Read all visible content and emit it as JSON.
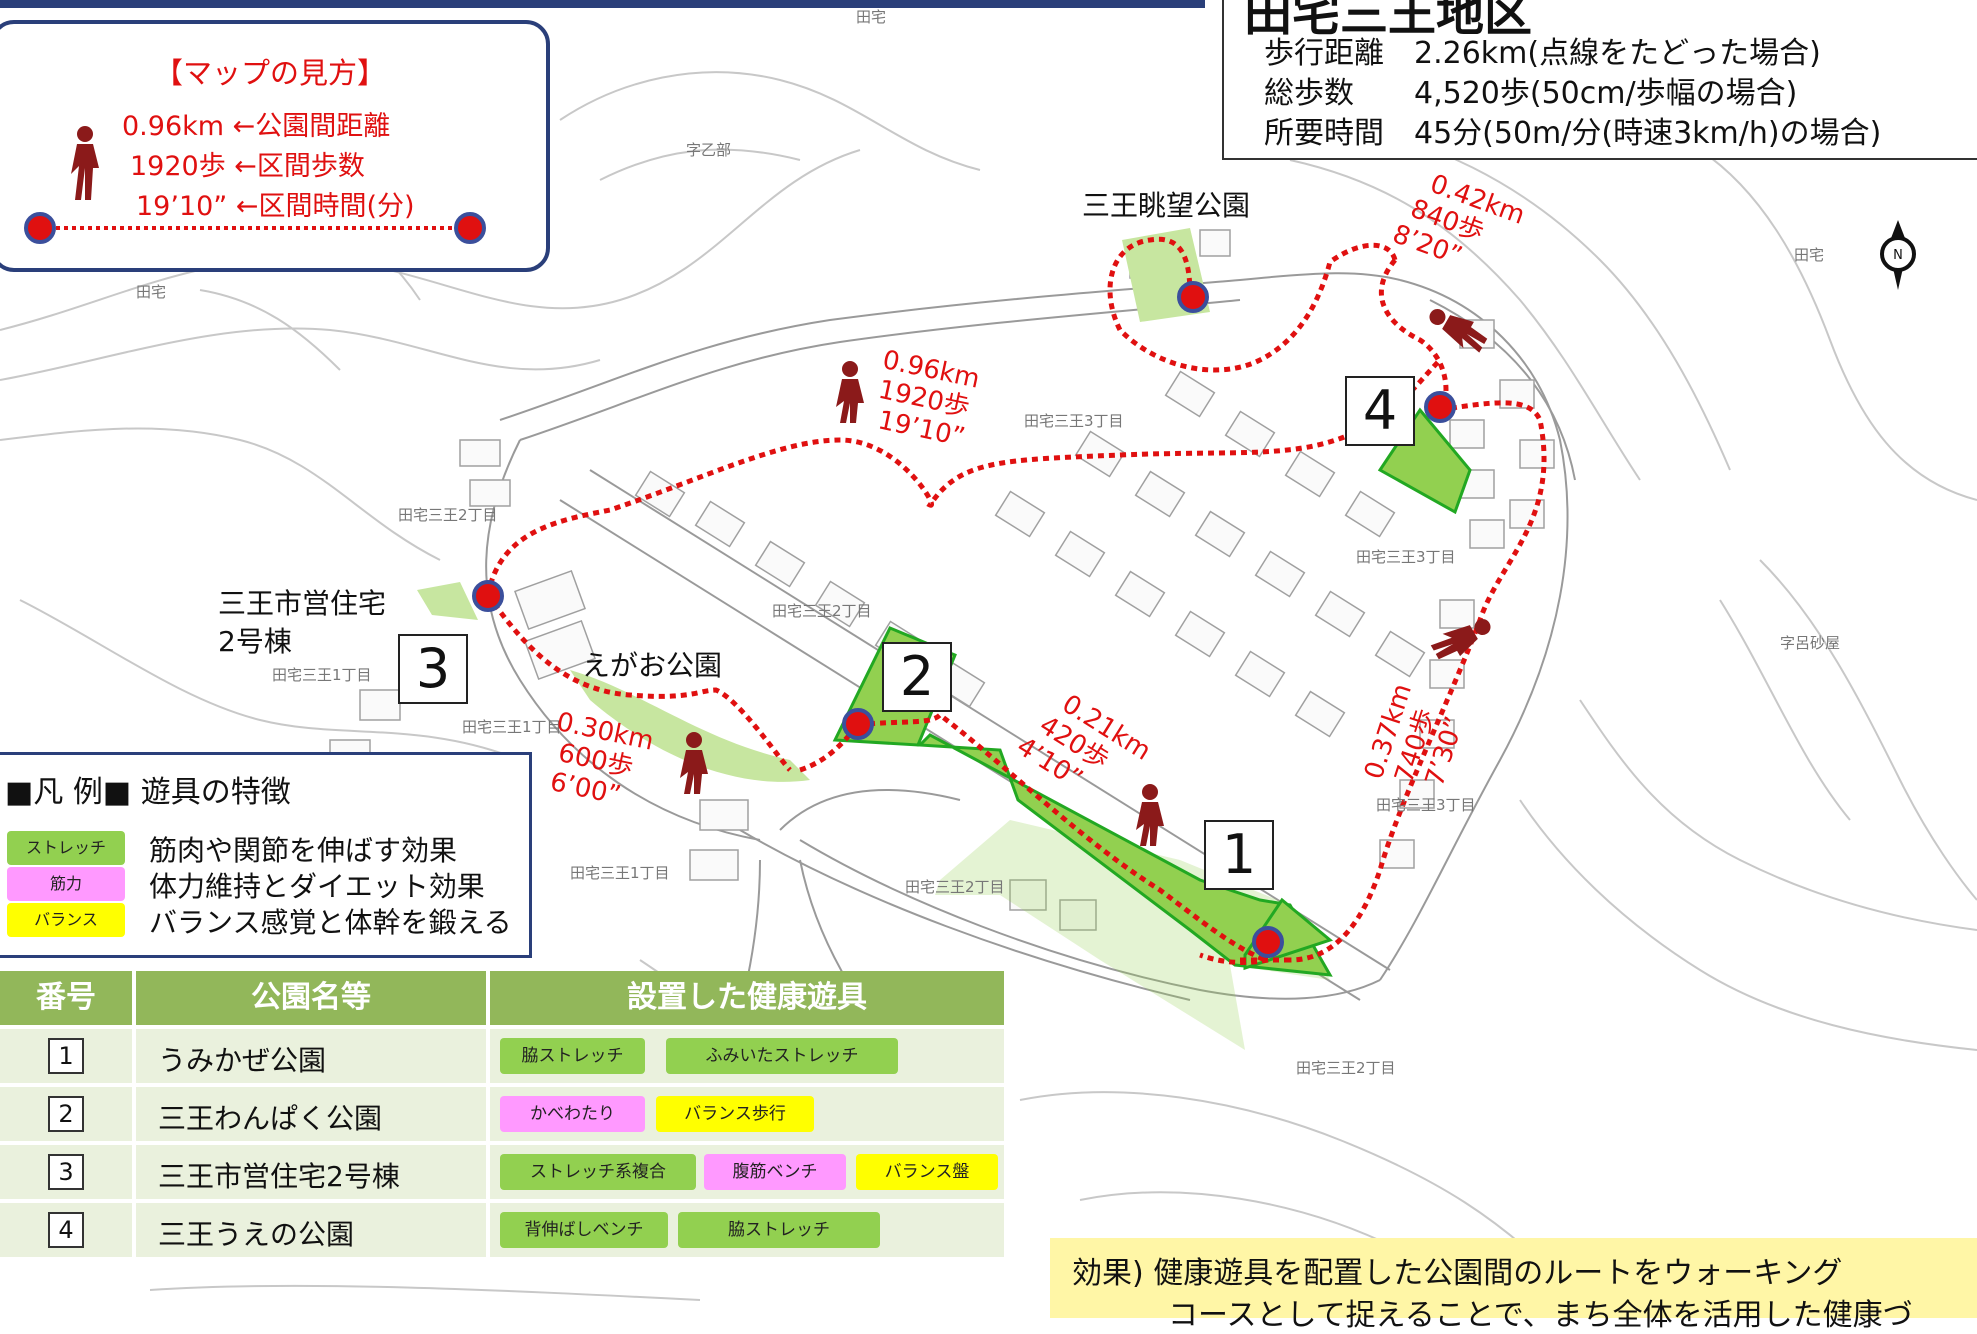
{
  "howto": {
    "title": "【マップの見方】",
    "distance_line": "0.96km ←公園間距離",
    "steps_line": "1920歩 ←区間歩数",
    "time_line": "19’10” ←区間時間(分)"
  },
  "summary": {
    "area_title": "田宅三王地区",
    "rows": [
      {
        "key": "歩行距離",
        "value": "2.26km(点線をたどった場合)"
      },
      {
        "key": "総歩数",
        "value": "4,520歩(50cm/歩幅の場合)"
      },
      {
        "key": "所要時間",
        "value": "45分(50m/分(時速3km/h)の場合)"
      }
    ]
  },
  "map": {
    "place_labels": {
      "choubou": "三王眺望公園",
      "shiei_1": "三王市営住宅",
      "shiei_2": "2号棟",
      "egao": "えがお公園"
    },
    "district_labels": [
      "田宅三王3丁目",
      "田宅三王2丁目",
      "田宅三王1丁目",
      "田宅三王2丁目",
      "田宅三王3丁目",
      "田宅三王3丁目",
      "田宅三王1丁目",
      "田宅三王2丁目",
      "田宅三王1丁目",
      "田宅三王2丁目",
      "田宅",
      "田宅",
      "田宅",
      "字乙部",
      "字呂砂屋"
    ],
    "park_numbers": [
      "1",
      "2",
      "3",
      "4"
    ],
    "segments": [
      {
        "distance": "0.96km",
        "steps": "1920歩",
        "time": "19’10”"
      },
      {
        "distance": "0.42km",
        "steps": "840歩",
        "time": "8’20”"
      },
      {
        "distance": "0.30km",
        "steps": "600歩",
        "time": "6’00”"
      },
      {
        "distance": "0.21km",
        "steps": "420歩",
        "time": "4’10”"
      },
      {
        "distance": "0.37km",
        "steps": "740歩",
        "time": "7’30”"
      }
    ],
    "compass_letter": "N"
  },
  "legend": {
    "header": "■凡 例■  遊具の特徴",
    "items": [
      {
        "tag": "ストレッチ",
        "color": "#92d050",
        "desc": "筋肉や関節を伸ばす効果"
      },
      {
        "tag": "筋力",
        "color": "#ff99ff",
        "desc": "体力維持とダイエット効果"
      },
      {
        "tag": "バランス",
        "color": "#ffff00",
        "desc": "バランス感覚と体幹を鍛える"
      }
    ]
  },
  "table": {
    "headers": [
      "番号",
      "公園名等",
      "設置した健康遊具"
    ],
    "rows": [
      {
        "num": "1",
        "name": "うみかぜ公園",
        "equip": [
          {
            "label": "脇ストレッチ",
            "color": "#92d050"
          },
          {
            "label": "ふみいたストレッチ",
            "color": "#92d050"
          }
        ]
      },
      {
        "num": "2",
        "name": "三王わんぱく公園",
        "equip": [
          {
            "label": "かべわたり",
            "color": "#ff99ff"
          },
          {
            "label": "バランス歩行",
            "color": "#ffff00"
          }
        ]
      },
      {
        "num": "3",
        "name": "三王市営住宅2号棟",
        "equip": [
          {
            "label": "ストレッチ系複合",
            "color": "#92d050"
          },
          {
            "label": "腹筋ベンチ",
            "color": "#ff99ff"
          },
          {
            "label": "バランス盤",
            "color": "#ffff00"
          }
        ]
      },
      {
        "num": "4",
        "name": "三王うえの公園",
        "equip": [
          {
            "label": "背伸ばしベンチ",
            "color": "#92d050"
          },
          {
            "label": "脇ストレッチ",
            "color": "#92d050"
          }
        ]
      }
    ]
  },
  "effect": {
    "line1": "効果) 健康遊具を配置した公園間のルートをウォーキング",
    "line2": "コースとして捉えることで、まち全体を活用した健康づ"
  },
  "colors": {
    "route": "#e01010",
    "park": "#92d050",
    "frame": "#2a3f7a",
    "table_header": "#92b75a",
    "effect_bg": "#fff6a6"
  }
}
